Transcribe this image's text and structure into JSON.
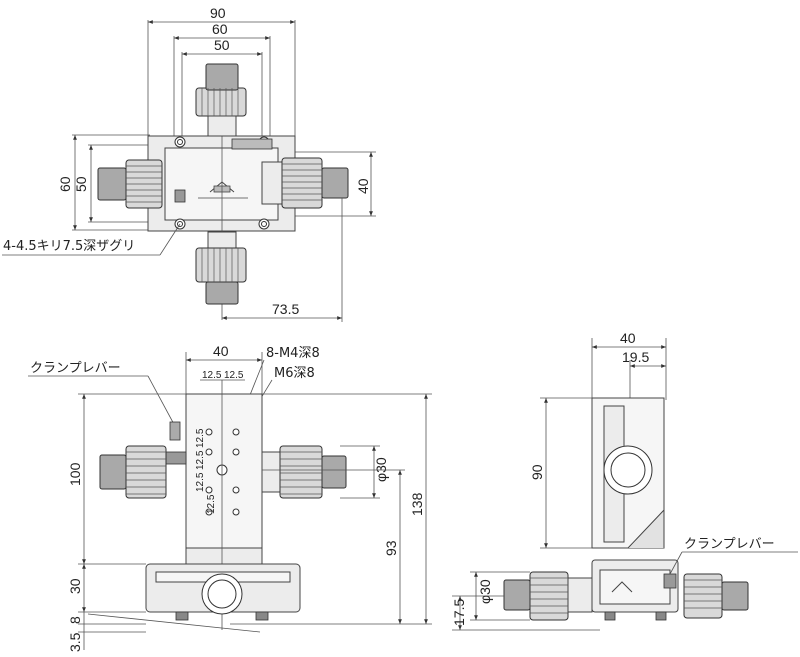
{
  "top_view": {
    "dim_90": "90",
    "dim_60": "60",
    "dim_50": "50",
    "dim_left_60": "60",
    "dim_left_50": "50",
    "dim_right_40": "40",
    "dim_73_5": "73.5",
    "hole_note": "4-4.5キリ7.5深ザグリ"
  },
  "front_view": {
    "dim_40": "40",
    "dim_12_5_a": "12.5",
    "dim_12_5_b": "12.5",
    "dim_12_5_c": "12.5",
    "dim_12_5_d": "12.5",
    "dim_12_5_e": "12.5",
    "dim_12_5_f": "12.5",
    "tap_note": "8-M4深8",
    "m6_note": "M6深8",
    "lever_note": "クランプレバー",
    "dim_100": "100",
    "dim_30": "30",
    "dim_8": "8",
    "dim_3_5": "3.5",
    "dim_phi30": "φ30",
    "dim_93": "93",
    "dim_138": "138"
  },
  "side_view": {
    "dim_40": "40",
    "dim_19_5": "19.5",
    "dim_90": "90",
    "lever_note": "クランプレバー",
    "dim_phi30": "φ30",
    "dim_17_5": "17.5"
  }
}
